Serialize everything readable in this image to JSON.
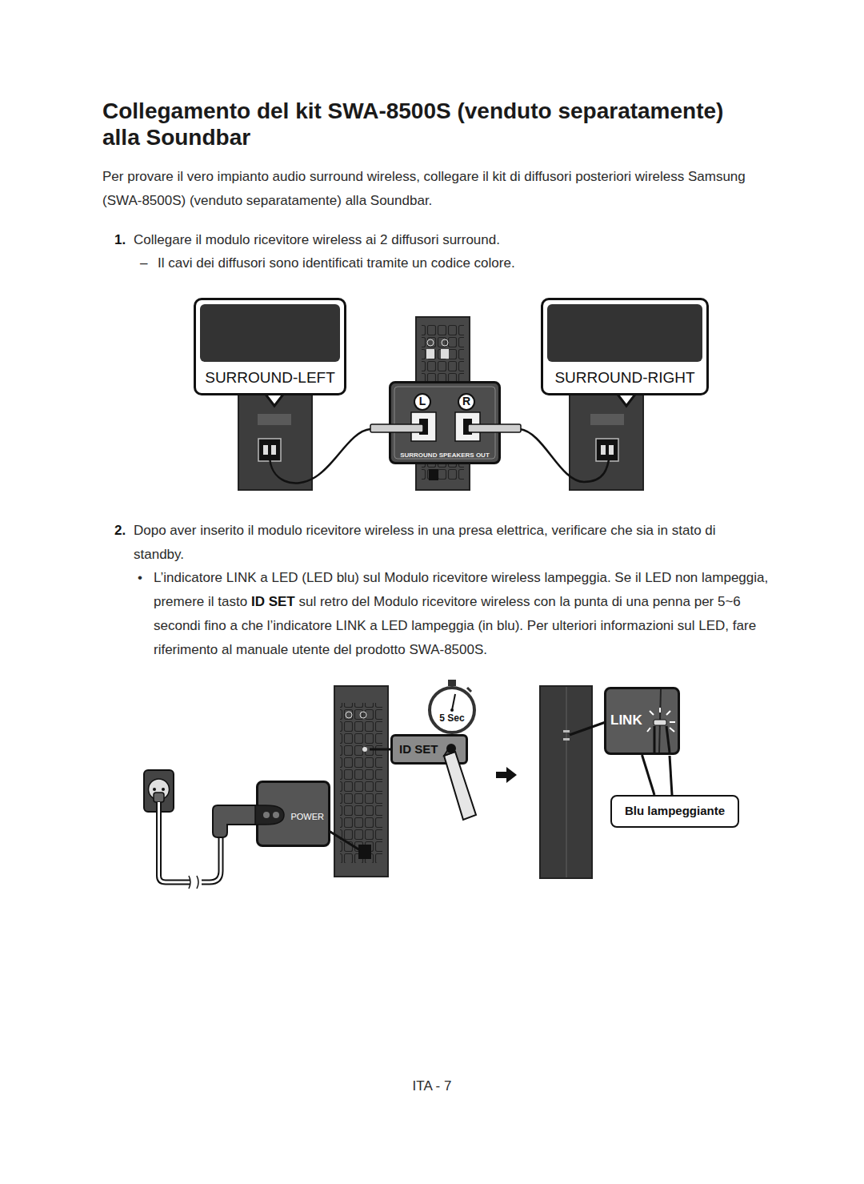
{
  "diagram": {
    "title": "Collegamento del kit SWA-8500S (venduto separatamente) alla Soundbar",
    "nodes": [
      {
        "text": [
          "SURROUND-LEFT"
        ]
      },
      {
        "text": [
          "SURROUND SPEAKERS OUT"
        ]
      },
      {
        "text": [
          "L"
        ],
        "in": 1
      },
      {
        "text": [
          "R"
        ],
        "in": 1
      },
      {
        "text": [
          "SURROUND-RIGHT"
        ]
      },
      {
        "text": [
          "5 Sec"
        ]
      },
      {
        "text": [
          "ID SET"
        ]
      },
      {
        "text": [
          "POWER"
        ]
      },
      {
        "text": [
          "LINK"
        ]
      },
      {
        "text": [
          "Blu lampeggiante"
        ]
      }
    ],
    "edges": [
      {
        "from": 9,
        "to": 8,
        "arrow": "none"
      }
    ],
    "labels": [
      "Per provare il vero impianto audio surround wireless, collegare il kit di diffusori posteriori wireless Samsung (SWA-8500S) (venduto separatamente) alla Soundbar.",
      "1.",
      "Collegare il modulo ricevitore wireless ai 2 diffusori surround.",
      "–",
      "Il cavi dei diffusori sono identificati tramite un codice colore.",
      "2.",
      "Dopo aver inserito il modulo ricevitore wireless in una presa elettrica, verificare che sia in stato di standby.",
      "•",
      "L’indicatore LINK a LED (LED blu) sul Modulo ricevitore wireless lampeggia. Se il LED non lampeggia, premere il tasto",
      "ID SET",
      "sul retro del Modulo ricevitore wireless con la punta di una penna per 5~6 secondi fino a che l’indicatore LINK a LED lampeggia (in blu). Per ulteriori informazioni sul LED, fare riferimento al manuale utente del prodotto SWA-8500S.",
      "ITA - 7"
    ]
  }
}
